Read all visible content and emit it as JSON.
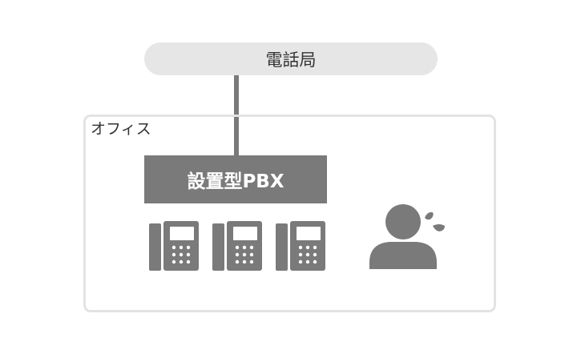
{
  "diagram": {
    "exchange_label": "電話局",
    "office_label": "オフィス",
    "pbx_label": "設置型PBX",
    "phones": [
      {
        "icon": "desk-phone-icon"
      },
      {
        "icon": "desk-phone-icon"
      },
      {
        "icon": "desk-phone-icon"
      }
    ],
    "person_icon": "troubled-person-icon",
    "colors": {
      "node_dark": "#7a7a7a",
      "node_light": "#e6e6e6",
      "frame": "#e3e3e3",
      "text": "#333333"
    }
  }
}
